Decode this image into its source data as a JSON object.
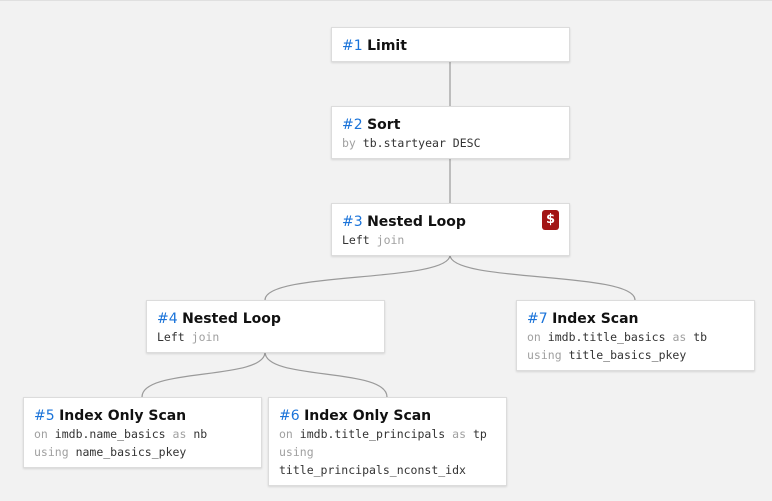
{
  "nodes": [
    {
      "num": "#1",
      "title": "Limit"
    },
    {
      "num": "#2",
      "title": "Sort",
      "kw1": "by",
      "v1": "tb.startyear DESC"
    },
    {
      "num": "#3",
      "title": "Nested Loop",
      "v1": "Left",
      "kw1": "join",
      "icon": "$",
      "icon_name": "dollar-icon",
      "icon_color": "#a31515"
    },
    {
      "num": "#4",
      "title": "Nested Loop",
      "v1": "Left",
      "kw1": "join"
    },
    {
      "num": "#5",
      "title": "Index Only Scan",
      "kw1": "on",
      "v1": "imdb.name_basics",
      "kw2": "as",
      "v2": "nb",
      "kw3": "using",
      "v3": "name_basics_pkey"
    },
    {
      "num": "#6",
      "title": "Index Only Scan",
      "kw1": "on",
      "v1": "imdb.title_principals",
      "kw2": "as",
      "v2": "tp",
      "kw3": "using",
      "v3": "title_principals_nconst_idx"
    },
    {
      "num": "#7",
      "title": "Index Scan",
      "kw1": "on",
      "v1": "imdb.title_basics",
      "kw2": "as",
      "v2": "tb",
      "kw3": "using",
      "v3": "title_basics_pkey"
    }
  ]
}
